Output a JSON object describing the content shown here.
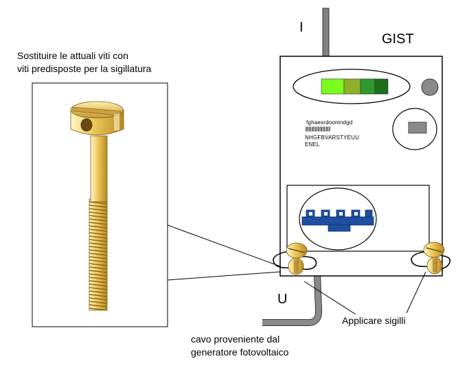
{
  "captions": {
    "screw_note_line1": "Sostituire le attuali viti con",
    "screw_note_line2": "viti predisposte per la sigillatura",
    "input_terminal": "I",
    "output_terminal": "U",
    "meter_brand": "GIST",
    "seals_note": "Applicare sigilli",
    "cable_note_line1": "cavo proveniente dal",
    "cable_note_line2": "generatore fotovoltaico"
  },
  "meter_plate": {
    "line1": "fghaesrdoomndgd",
    "line2": "||||||||||||||||||||||||||||",
    "line3": "NHGFBVARSTYEUU",
    "line4": "ENEL"
  },
  "colors": {
    "display_bars": [
      "#7cfc1c",
      "#8fb02a",
      "#2e9a2e",
      "#1c6e1c"
    ],
    "brass": "#e8c25a",
    "terminal_blue": "#1e4fa0",
    "cable": "#808080"
  }
}
